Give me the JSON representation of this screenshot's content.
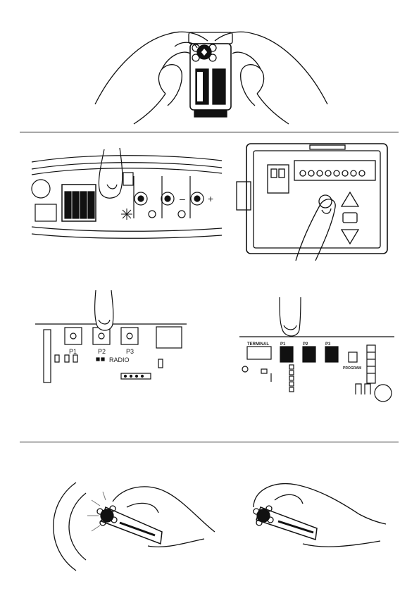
{
  "diagram": {
    "panel3": {
      "button_labels": [
        "P1",
        "P2",
        "P3"
      ],
      "radio_label": "RADIO"
    },
    "panel4": {
      "terminal_label": "TERMINAL",
      "button_labels": [
        "P1",
        "P2",
        "P3"
      ],
      "program_label": "PROGRAM"
    },
    "panel1": {
      "minus_label": "–",
      "plus_label": "+"
    }
  }
}
